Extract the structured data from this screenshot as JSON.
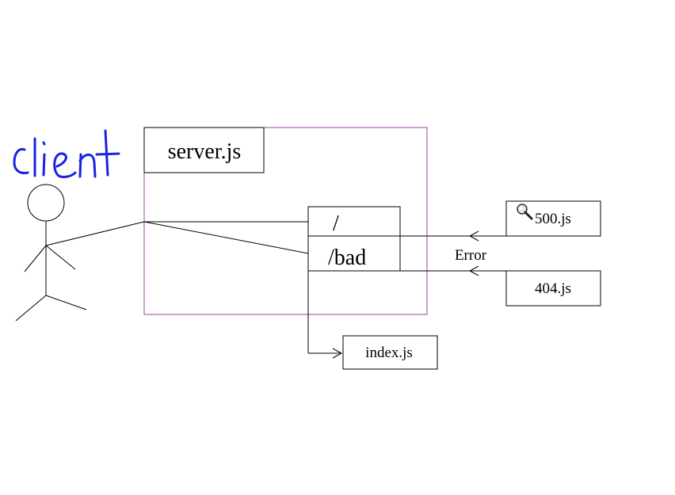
{
  "client": {
    "label": "client",
    "ink_color": "#1a22e0"
  },
  "server": {
    "title": "server.js",
    "border_color": "#a03ca0"
  },
  "routes": {
    "root": "/",
    "bad": "/bad"
  },
  "files": {
    "error500": "500.js",
    "error404": "404.js",
    "index": "index.js"
  },
  "edges": {
    "error_label": "Error"
  },
  "icons": {
    "search": "search-icon"
  }
}
